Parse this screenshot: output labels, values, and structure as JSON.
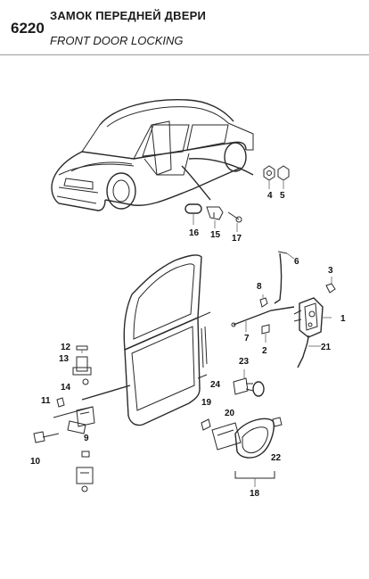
{
  "header": {
    "code": "6220",
    "title_ru": "ЗАМОК ПЕРЕДНЕЙ ДВЕРИ",
    "title_en": "FRONT DOOR LOCKING"
  },
  "parts": [
    {
      "id": "p1",
      "label": "1"
    },
    {
      "id": "p2",
      "label": "2"
    },
    {
      "id": "p3",
      "label": "3"
    },
    {
      "id": "p4",
      "label": "4"
    },
    {
      "id": "p5",
      "label": "5"
    },
    {
      "id": "p6",
      "label": "6"
    },
    {
      "id": "p7",
      "label": "7"
    },
    {
      "id": "p8",
      "label": "8"
    },
    {
      "id": "p9",
      "label": "9"
    },
    {
      "id": "p10",
      "label": "10"
    },
    {
      "id": "p11",
      "label": "11"
    },
    {
      "id": "p12",
      "label": "12"
    },
    {
      "id": "p13",
      "label": "13"
    },
    {
      "id": "p14",
      "label": "14"
    },
    {
      "id": "p15",
      "label": "15"
    },
    {
      "id": "p16",
      "label": "16"
    },
    {
      "id": "p17",
      "label": "17"
    },
    {
      "id": "p18",
      "label": "18"
    },
    {
      "id": "p19",
      "label": "19"
    },
    {
      "id": "p20",
      "label": "20"
    },
    {
      "id": "p21",
      "label": "21"
    },
    {
      "id": "p22",
      "label": "22"
    },
    {
      "id": "p23",
      "label": "23"
    },
    {
      "id": "p24",
      "label": "24"
    }
  ]
}
